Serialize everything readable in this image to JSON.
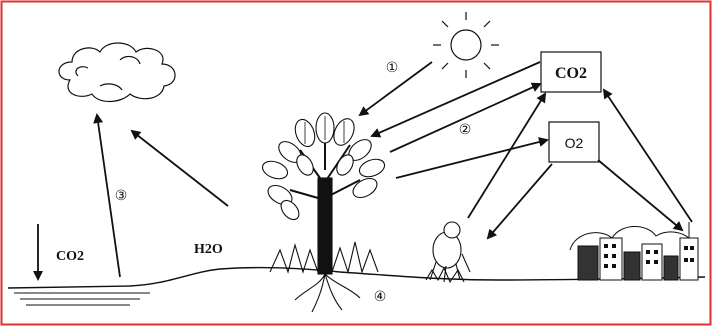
{
  "diagram": {
    "border_color": "#e03030",
    "labels": {
      "co2_box": "CO2",
      "o2_box": "O2",
      "co2_water": "CO2",
      "h2o": "H2O"
    },
    "markers": {
      "m1": "①",
      "m2": "②",
      "m3": "③",
      "m4": "④"
    },
    "icons": [
      "sun-icon",
      "cloud-icon",
      "tree-icon",
      "animal-icon",
      "city-icon",
      "water-icon"
    ]
  }
}
